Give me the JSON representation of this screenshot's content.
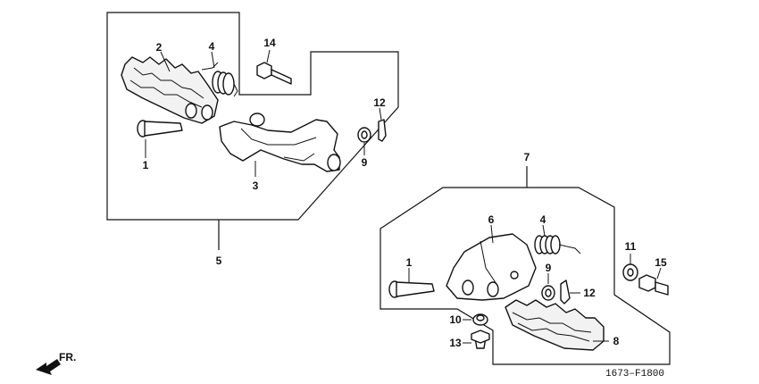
{
  "assembly_1": {
    "callout": "5",
    "parts": {
      "bolt": "1",
      "footpeg": "2",
      "bracket": "3",
      "spring": "4",
      "flange_bolt": "14",
      "washer": "9",
      "cotter_pin": "12"
    }
  },
  "assembly_2": {
    "callout": "7",
    "parts": {
      "bolt": "1",
      "bracket": "6",
      "spring": "4",
      "washer": "9",
      "cotter_pin": "12",
      "footpeg": "8"
    }
  },
  "loose_parts": {
    "washer_a": "11",
    "flange_bolt_a": "15",
    "nut": "10",
    "bolt_b": "13"
  },
  "orientation": {
    "label": "FR.",
    "icon": "arrow-front-icon"
  },
  "diagram_code": "1673–F1800"
}
